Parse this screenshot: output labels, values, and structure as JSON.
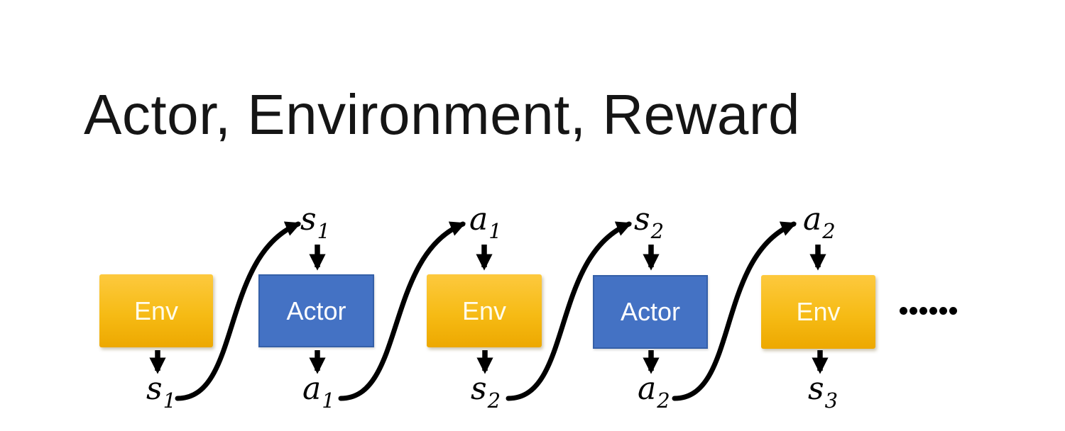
{
  "title": "Actor, Environment, Reward",
  "colors": {
    "title_text": "#151515",
    "env_top": "#fdc93e",
    "env_bottom": "#eda800",
    "env_text": "#fffceb",
    "actor_fill": "#4472c4",
    "actor_border": "#3560a8",
    "actor_text": "#ffffff",
    "arrow": "#000000"
  },
  "diagram": {
    "boxes": [
      {
        "label": "Env",
        "type": "env"
      },
      {
        "label": "Actor",
        "type": "actor"
      },
      {
        "label": "Env",
        "type": "env"
      },
      {
        "label": "Actor",
        "type": "actor"
      },
      {
        "label": "Env",
        "type": "env"
      }
    ],
    "top_labels": [
      {
        "base": "s",
        "sub": "1"
      },
      {
        "base": "a",
        "sub": "1"
      },
      {
        "base": "s",
        "sub": "2"
      },
      {
        "base": "a",
        "sub": "2"
      }
    ],
    "bottom_labels": [
      {
        "base": "s",
        "sub": "1"
      },
      {
        "base": "a",
        "sub": "1"
      },
      {
        "base": "s",
        "sub": "2"
      },
      {
        "base": "a",
        "sub": "2"
      },
      {
        "base": "s",
        "sub": "3"
      }
    ],
    "ellipsis_dots": 6
  }
}
